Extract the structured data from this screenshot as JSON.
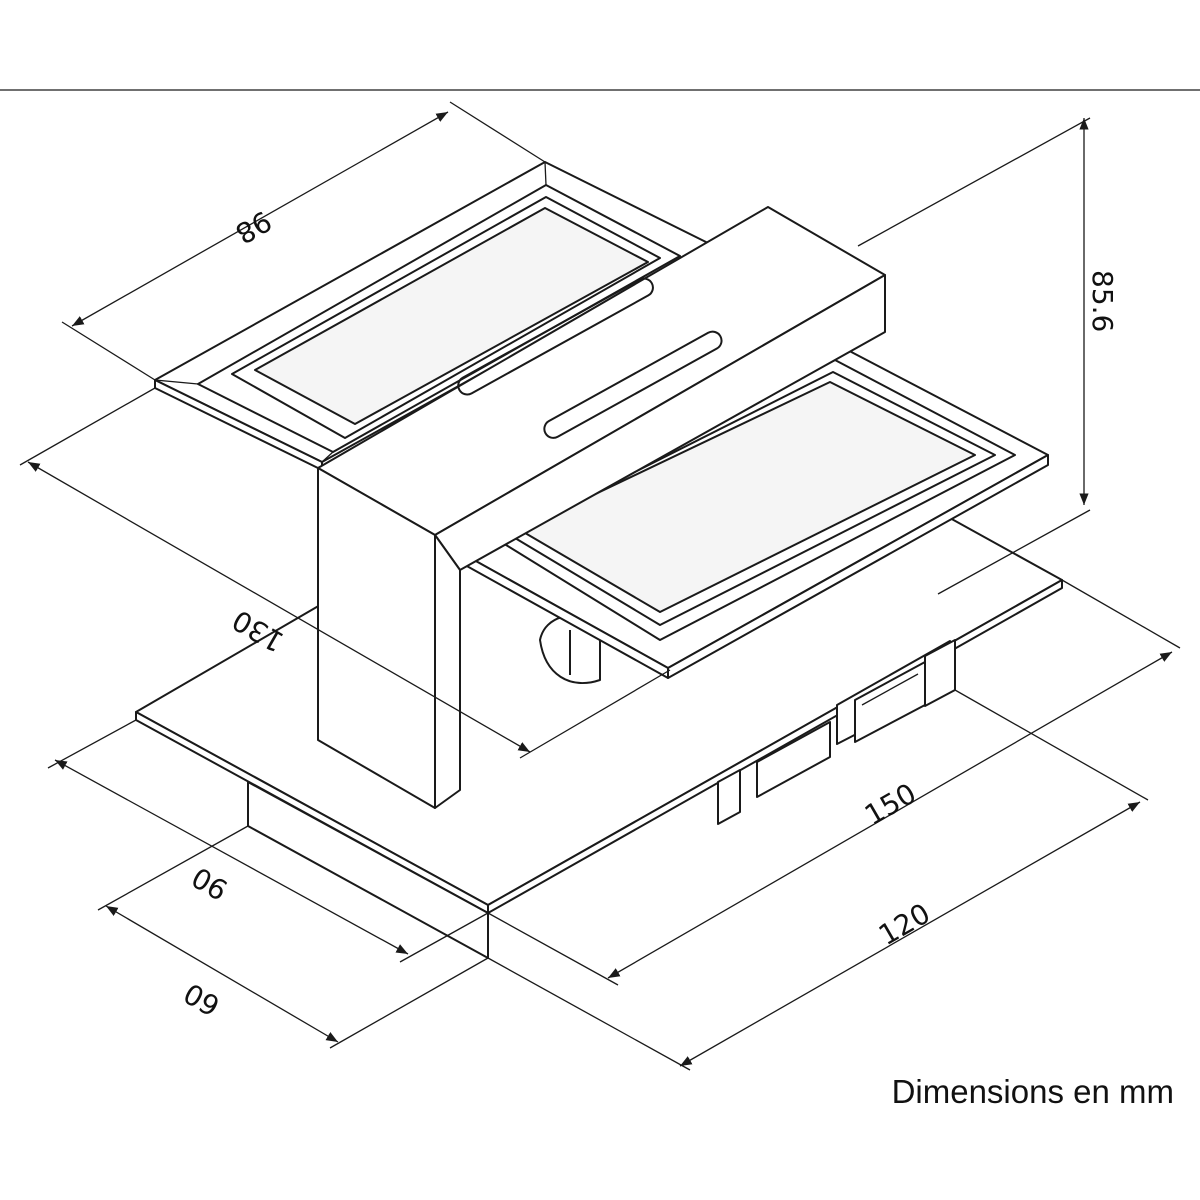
{
  "caption": "Dimensions en mm",
  "dimensions": {
    "height": "85.6",
    "top_width": "98",
    "outer_length": "130",
    "base_length": "150",
    "base_width": "120",
    "depth": "90",
    "bottom_depth": "60"
  },
  "colors": {
    "line": "#1a1a1a",
    "background": "#ffffff"
  }
}
